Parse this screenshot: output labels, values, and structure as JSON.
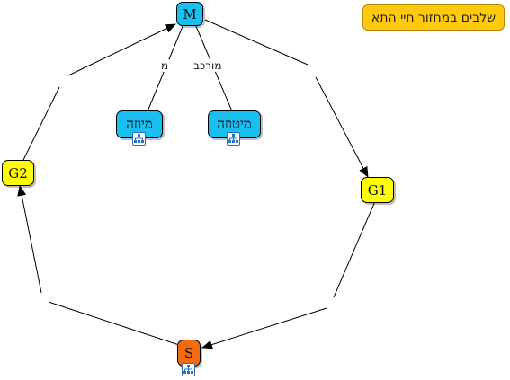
{
  "title": "שלבים במחזור חיי התא",
  "nodes": {
    "m": "M",
    "g1": "G1",
    "g2": "G2",
    "s": "S",
    "meiosis": "מיוזה",
    "mitosis": "מיטוזה"
  },
  "edge_labels": {
    "meiosis": "מ",
    "mitosis": "מורכב"
  },
  "colors": {
    "cyan": "#19bff0",
    "yellow": "#ffff00",
    "orange": "#f26b10",
    "title_bg": "#ffc90e"
  },
  "icons": {
    "submap": "submap-icon"
  }
}
